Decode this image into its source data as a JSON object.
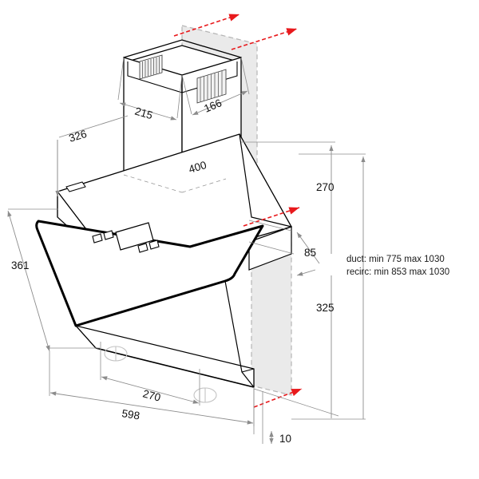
{
  "drawing": {
    "title": "Cooker hood dimensional drawing",
    "product": "angled-glass-wall-mounted-cooker-hood",
    "units": "mm",
    "background_color": "#ffffff",
    "line_color": "#000000",
    "dimension_color": "#8c8c8c",
    "dimension_text_color": "#111111",
    "accent_color": "#e8191c",
    "wall_fill_color": "#eaeaea",
    "wall_edge_color": "#b0b0b0"
  },
  "dimensions": {
    "chimney_top_width": "215",
    "chimney_top_depth": "166",
    "chimney_height_label": "400",
    "hood_depth": "326",
    "hood_front_height": "361",
    "canopy_width": "598",
    "canopy_inner_width": "270",
    "wall_gap": "10",
    "upper_height": "270",
    "lower_height": "325",
    "offset_85": "85"
  },
  "notes": {
    "duct": "duct: min 775 max 1030",
    "recirc": "recirc: min 853 max 1030"
  },
  "icons": {
    "arrow": "dimension-arrow",
    "red_arrow": "depth-arrow",
    "grille": "vent-grille",
    "lamp": "halogen-lamp-circle",
    "control_button": "control-button",
    "display": "control-display"
  }
}
